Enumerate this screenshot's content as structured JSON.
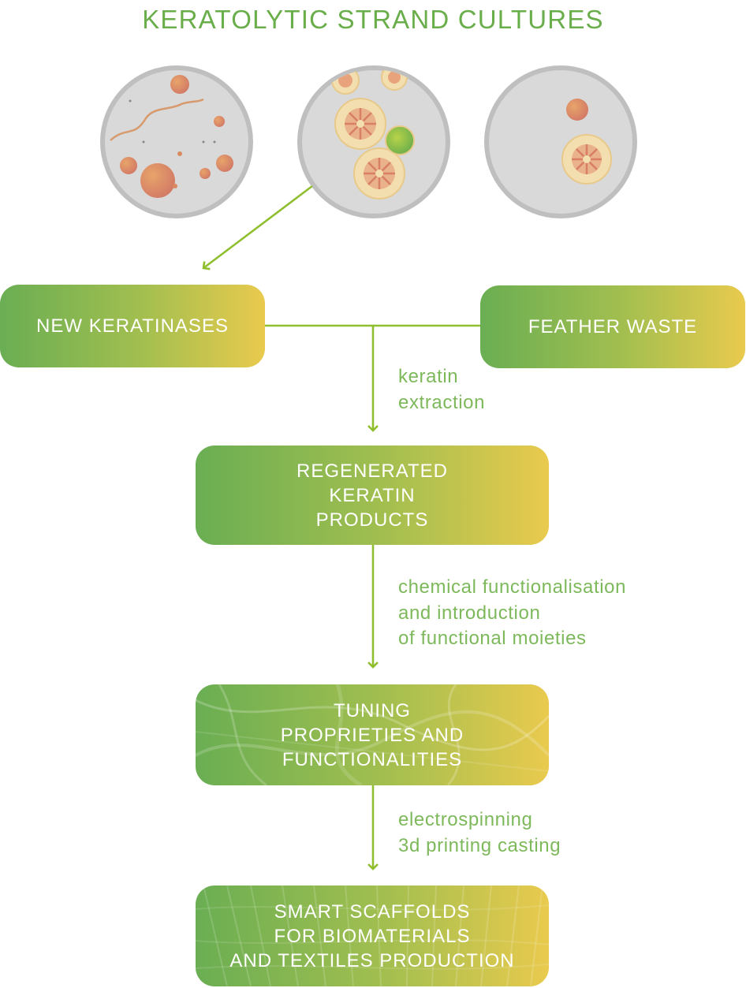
{
  "title": "KERATOLYTIC STRAND CULTURES",
  "nodes": {
    "new_keratinases": "NEW KERATINASES",
    "feather_waste": "FEATHER WASTE",
    "regenerated": "REGENERATED\nKERATIN\nPRODUCTS",
    "tuning": "TUNING\nPROPRIETIES AND\nFUNCTIONALITIES",
    "smart": "SMART SCAFFOLDS\nFOR BIOMATERIALS\nAND TEXTILES PRODUCTION"
  },
  "steps": {
    "extraction": "keratin\nextraction",
    "functionalisation": "chemical functionalisation\nand introduction\nof functional moieties",
    "printing": "electrospinning\n3d printing casting"
  },
  "colors": {
    "title_green": "#6aae4b",
    "step_text": "#7db95b",
    "arrow": "#8fbf2f",
    "gradient_start": "#6aae53",
    "gradient_end": "#e9ca4e",
    "dish_fill": "#d9d9d9",
    "dish_rim": "#bdbdbd"
  }
}
